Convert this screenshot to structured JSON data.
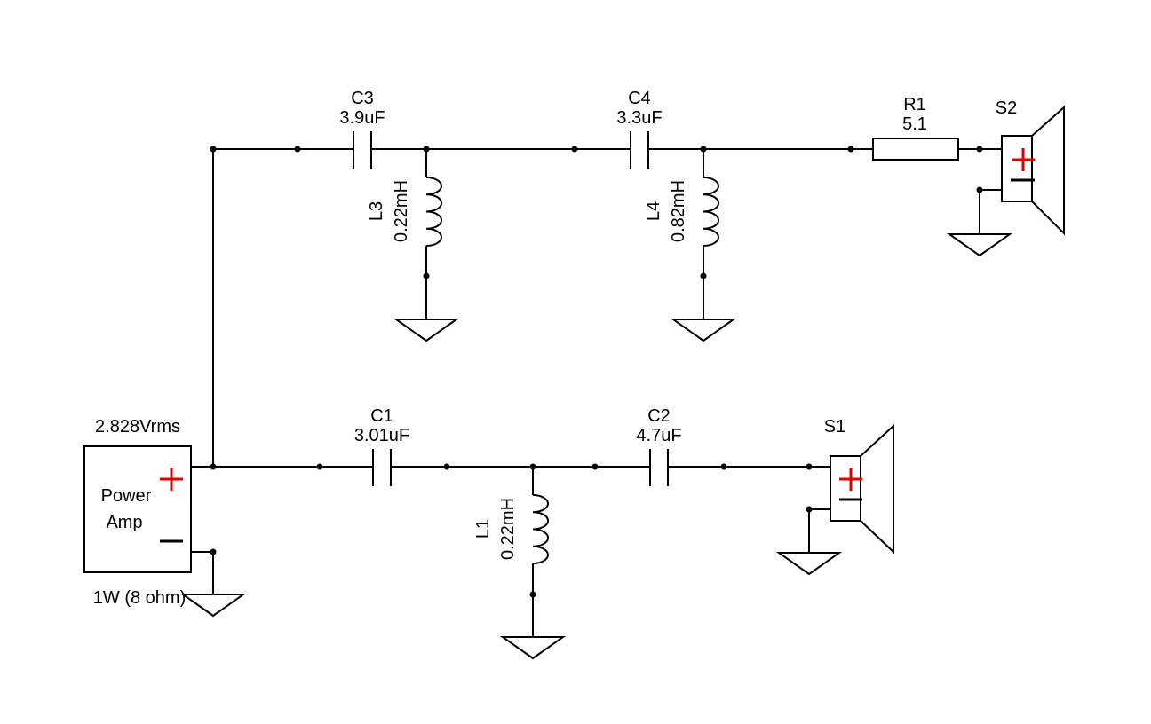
{
  "amp": {
    "voltage": "2.828Vrms",
    "name_line1": "Power",
    "name_line2": "Amp",
    "rating": "1W (8 ohm)"
  },
  "components": {
    "c3": {
      "ref": "C3",
      "value": "3.9uF"
    },
    "c4": {
      "ref": "C4",
      "value": "3.3uF"
    },
    "r1": {
      "ref": "R1",
      "value": "5.1"
    },
    "s2": {
      "ref": "S2"
    },
    "l3": {
      "ref": "L3",
      "value": "0.22mH"
    },
    "l4": {
      "ref": "L4",
      "value": "0.82mH"
    },
    "c1": {
      "ref": "C1",
      "value": "3.01uF"
    },
    "c2": {
      "ref": "C2",
      "value": "4.7uF"
    },
    "s1": {
      "ref": "S1"
    },
    "l1": {
      "ref": "L1",
      "value": "0.22mH"
    }
  },
  "colors": {
    "wire": "#000000",
    "polarity_plus": "#e00000",
    "background": "#ffffff"
  }
}
